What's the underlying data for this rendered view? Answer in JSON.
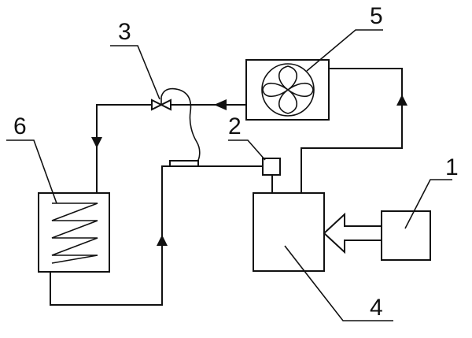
{
  "labels": {
    "n1": "1",
    "n2": "2",
    "n3": "3",
    "n4": "4",
    "n5": "5",
    "n6": "6"
  },
  "components": [
    {
      "id": "1",
      "icon": "box-icon"
    },
    {
      "id": "2",
      "icon": "small-box-icon"
    },
    {
      "id": "3",
      "icon": "valve-icon"
    },
    {
      "id": "4",
      "icon": "box-icon"
    },
    {
      "id": "5",
      "icon": "fan-icon"
    },
    {
      "id": "6",
      "icon": "coil-icon"
    }
  ],
  "colors": {
    "line": "#111111",
    "background": "#ffffff"
  }
}
